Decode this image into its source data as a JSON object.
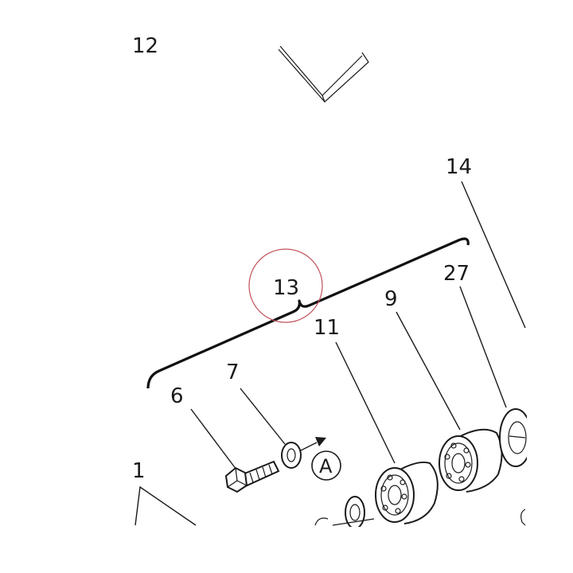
{
  "labels": {
    "part_12": "12",
    "part_14": "14",
    "part_13": "13",
    "part_27": "27",
    "part_9": "9",
    "part_11": "11",
    "part_7": "7",
    "part_6": "6",
    "part_1": "1",
    "view_a": "A"
  },
  "colors": {
    "ink": "#1a1a1a",
    "highlight_circle": "#c0505a",
    "background": "#ffffff"
  }
}
